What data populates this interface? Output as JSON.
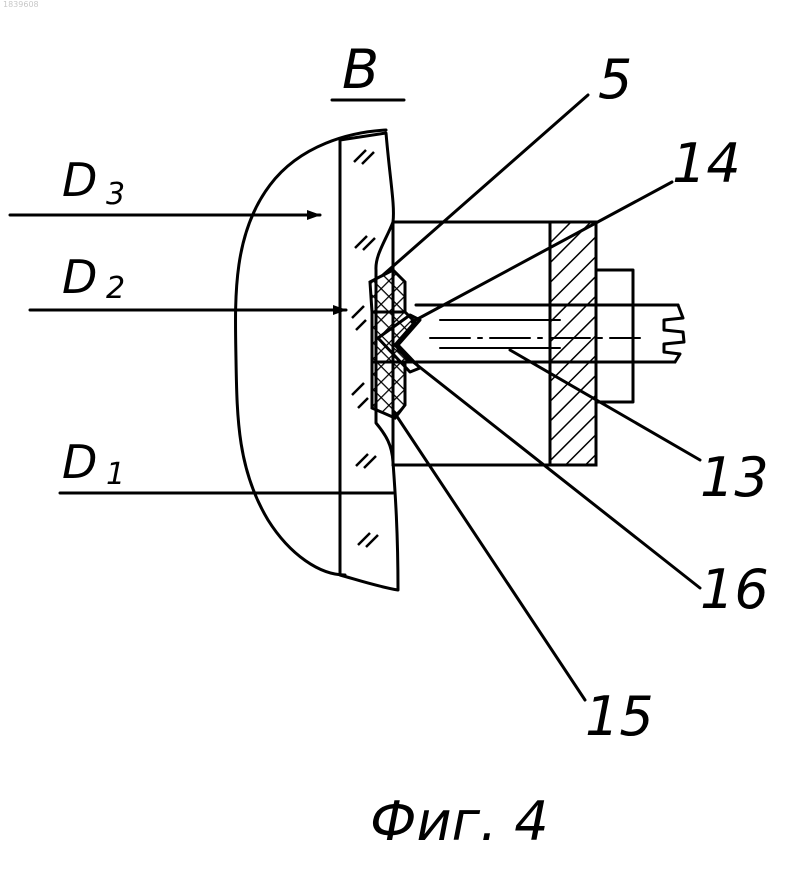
{
  "doc_id": "1839608",
  "view_label": "B",
  "diameter_labels": [
    {
      "main": "D",
      "sub": "3"
    },
    {
      "main": "D",
      "sub": "2"
    },
    {
      "main": "D",
      "sub": "1"
    }
  ],
  "callouts": [
    "5",
    "14",
    "13",
    "16",
    "15"
  ],
  "figure_caption": "Фиг. 4"
}
